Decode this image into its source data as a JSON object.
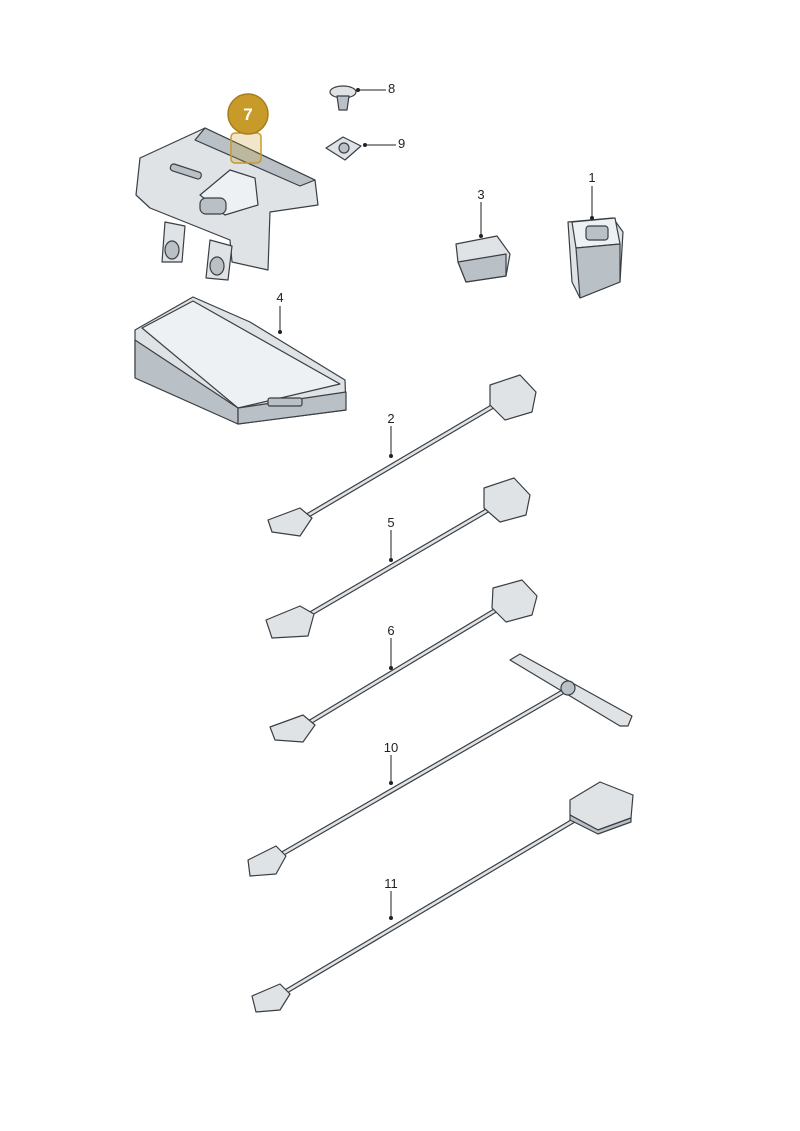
{
  "callouts": {
    "highlight": "7",
    "p1": "1",
    "p2": "2",
    "p3": "3",
    "p4": "4",
    "p5": "5",
    "p6": "6",
    "p8": "8",
    "p9": "9",
    "p10": "10",
    "p11": "11"
  },
  "colors": {
    "highlight": "#c89a2a",
    "part_fill": "#dfe3e6",
    "outline": "#3a3f44"
  }
}
